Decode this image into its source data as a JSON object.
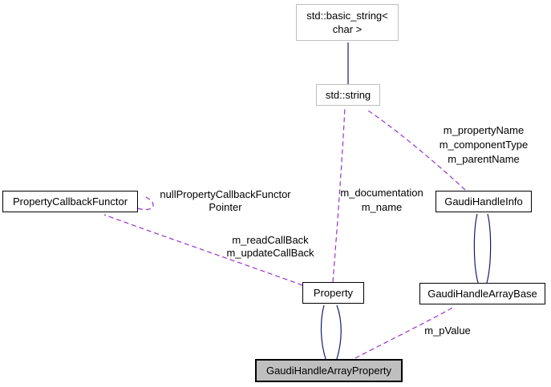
{
  "diagram": {
    "type": "uml-collaboration-graph",
    "colors": {
      "background": "#ffffff",
      "inheritance_edge": "#191970",
      "usage_edge": "#9a32cd",
      "node_border": "#000000",
      "external_node_border": "#bfbfbf",
      "current_node_fill": "#bfbfbf",
      "text": "#000000"
    },
    "nodes": {
      "basic_string": {
        "lines": [
          "std::basic_string<",
          "char >"
        ]
      },
      "std_string": {
        "label": "std::string"
      },
      "property_callback_functor": {
        "label": "PropertyCallbackFunctor"
      },
      "gaudi_handle_info": {
        "label": "GaudiHandleInfo"
      },
      "property": {
        "label": "Property"
      },
      "gaudi_handle_array_base": {
        "label": "GaudiHandleArrayBase"
      },
      "gaudi_handle_array_property": {
        "label": "GaudiHandleArrayProperty"
      }
    },
    "edge_labels": {
      "null_functor_pointer": {
        "lines": [
          "nullPropertyCallbackFunctor",
          "Pointer"
        ]
      },
      "read_update_callbacks": {
        "lines": [
          "m_readCallBack",
          "m_updateCallBack"
        ]
      },
      "documentation_name": {
        "lines": [
          "m_documentation",
          "m_name"
        ]
      },
      "property_component_parent": {
        "lines": [
          "m_propertyName",
          "m_componentType",
          "m_parentName"
        ]
      },
      "pvalue": {
        "label": "m_pValue"
      }
    }
  }
}
